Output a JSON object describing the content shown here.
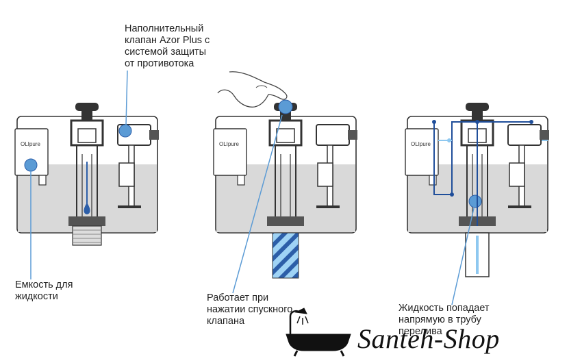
{
  "labels": {
    "fill_valve": "Наполнительный\nклапан Azor Plus с\nсистемой защиты\nот противотока",
    "container": "Емкость для\nжидкости",
    "works_on_press": "Работает при\nнажатии спускного\nклапана",
    "liquid_flows": "Жидкость попадает\nнапрямую в трубу\nперелива"
  },
  "tank_brand": "OLIpure",
  "watermark": "Santeh-Shop",
  "colors": {
    "accent_blue": "#5b9bd5",
    "drop_blue": "#2c5ea8",
    "water_gray": "#d9d9d9",
    "outline": "#333333",
    "flow_line": "#1f4e9a",
    "flow_light": "#8ec8f0"
  },
  "icons": [
    "bathtub-icon",
    "shower-icon",
    "hand-icon",
    "water-drop-icon"
  ]
}
